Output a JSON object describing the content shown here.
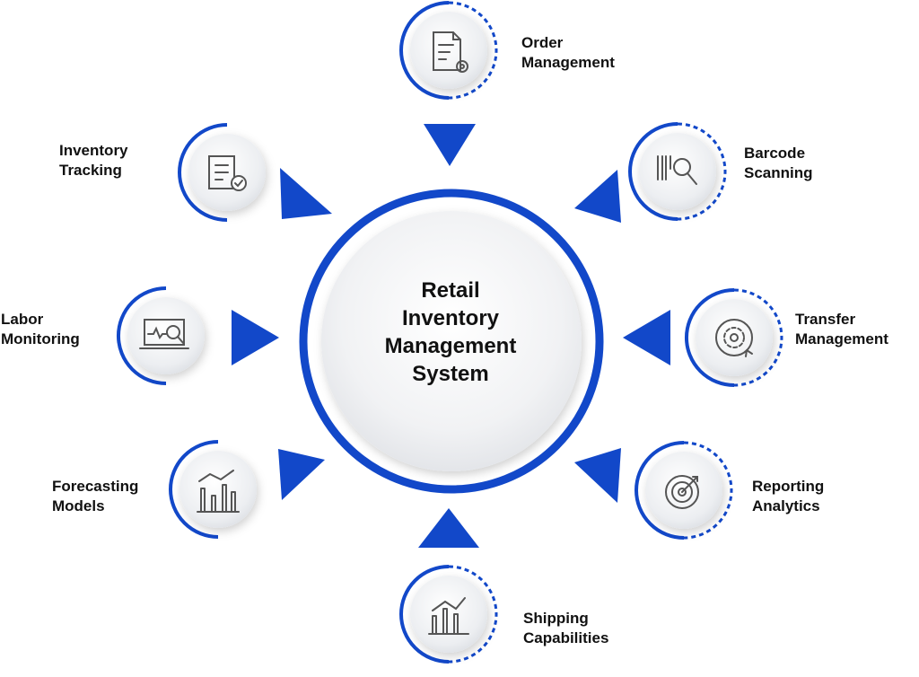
{
  "center": {
    "lines": [
      "Retail",
      "Inventory",
      "Management",
      "System"
    ]
  },
  "colors": {
    "accent": "#1248c9",
    "circle_fill": "#eef0f3",
    "icon_stroke": "#555555",
    "text": "#111111"
  },
  "nodes": [
    {
      "id": "order-management",
      "icon": "document-gear-icon",
      "label_lines": [
        "Order",
        "Management"
      ]
    },
    {
      "id": "barcode-scanning",
      "icon": "barcode-magnifier-icon",
      "label_lines": [
        "Barcode",
        "Scanning"
      ]
    },
    {
      "id": "transfer-management",
      "icon": "gear-cycle-icon",
      "label_lines": [
        "Transfer",
        "Management"
      ]
    },
    {
      "id": "reporting-analytics",
      "icon": "target-icon",
      "label_lines": [
        "Reporting",
        "Analytics"
      ]
    },
    {
      "id": "shipping-capabilities",
      "icon": "bar-chart-trend-icon",
      "label_lines": [
        "Shipping",
        "Capabilities"
      ]
    },
    {
      "id": "forecasting-models",
      "icon": "bar-chart-trend-icon",
      "label_lines": [
        "Forecasting",
        "Models"
      ]
    },
    {
      "id": "labor-monitoring",
      "icon": "monitor-magnifier-icon",
      "label_lines": [
        "Labor",
        "Monitoring"
      ]
    },
    {
      "id": "inventory-tracking",
      "icon": "checklist-icon",
      "label_lines": [
        "Inventory",
        "Tracking"
      ]
    }
  ]
}
